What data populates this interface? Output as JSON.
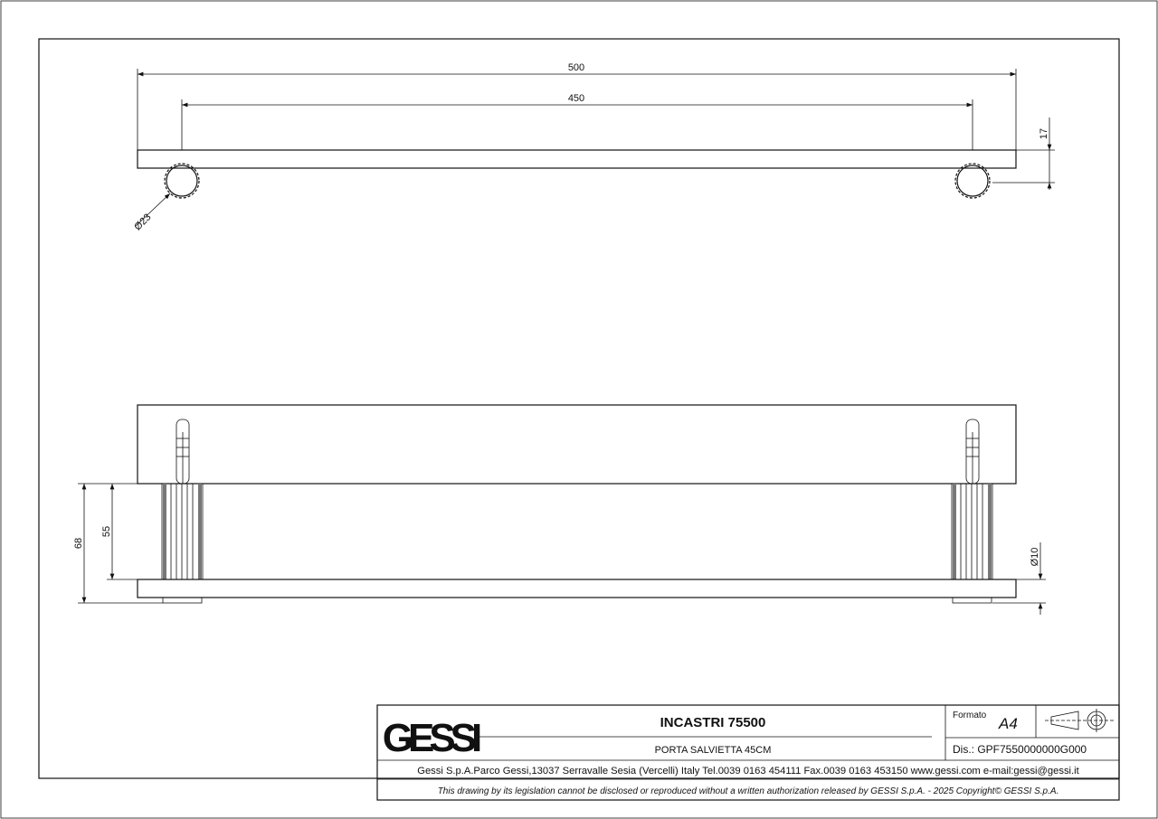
{
  "dimensions": {
    "overall_length": "500",
    "center_distance": "450",
    "bar_height": "17",
    "post_diameter": "Ø23",
    "projection_total": "68",
    "projection_posts": "55",
    "bar_diameter": "Ø10"
  },
  "title_block": {
    "logo_text": "GESSI",
    "title": "INCASTRI 75500",
    "subtitle": "PORTA SALVIETTA 45CM",
    "format_label": "Formato",
    "format_value": "A4",
    "drawing_number": "Dis.: GPF7550000000G000",
    "company_info": "Gessi S.p.A.Parco Gessi,13037 Serravalle Sesia (Vercelli) Italy Tel.0039 0163 454111 Fax.0039 0163 453150 www.gessi.com e-mail:gessi@gessi.it",
    "disclaimer": "This drawing by its legislation cannot be disclosed or reproduced without a written authorization released by GESSI S.p.A. - 2025 Copyright© GESSI S.p.A."
  }
}
